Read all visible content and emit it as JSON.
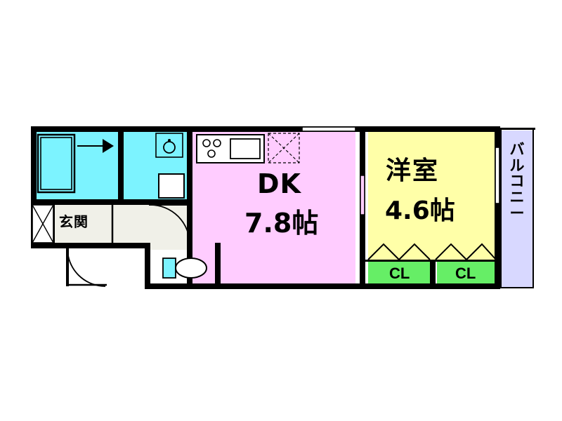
{
  "diagram": {
    "type": "floor-plan",
    "title": "",
    "rooms": [
      {
        "id": "dk",
        "name": "DK",
        "area_label": "7.8帖",
        "fill": "#ffccff"
      },
      {
        "id": "washitsu",
        "name": "洋室",
        "area_label": "4.6帖",
        "fill": "#ffffa8"
      },
      {
        "id": "genkan",
        "name": "玄関",
        "area_label": "",
        "fill": "#f0f0e8"
      }
    ],
    "closets": [
      {
        "id": "cl-left",
        "label": "CL",
        "fill": "#66ee66"
      },
      {
        "id": "cl-right",
        "label": "CL",
        "fill": "#66ee66"
      }
    ],
    "balcony": {
      "label": "バルコニー",
      "fill": "#d8d8ff"
    },
    "fixtures": [
      {
        "id": "bathtub",
        "name": "bathtub"
      },
      {
        "id": "washbasin",
        "name": "washbasin"
      },
      {
        "id": "washer",
        "name": "washing-machine-space"
      },
      {
        "id": "toilet",
        "name": "toilet"
      },
      {
        "id": "sink",
        "name": "kitchen-sink"
      },
      {
        "id": "stove",
        "name": "stove"
      },
      {
        "id": "shoebox",
        "name": "shoe-box"
      },
      {
        "id": "meter",
        "name": "meter-box"
      }
    ],
    "colors": {
      "wall": "#000000",
      "dk": "#ffccff",
      "room": "#ffffa8",
      "water": "#7cf3ff",
      "closet": "#66ee66",
      "balcony": "#d8d8ff",
      "hall": "#f0f0e8",
      "background": "#ffffff"
    }
  }
}
